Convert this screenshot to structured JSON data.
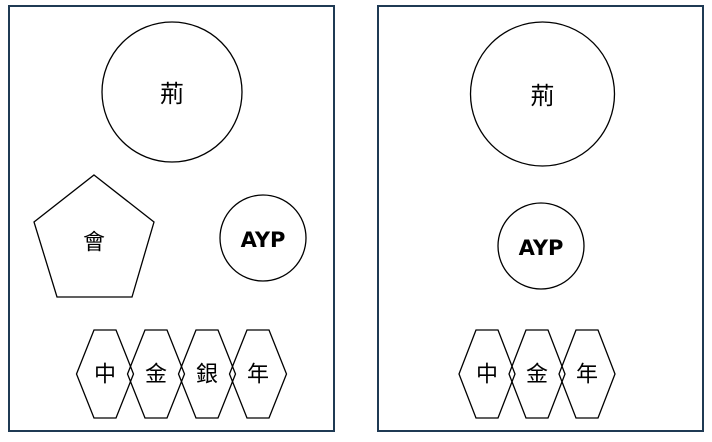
{
  "colors": {
    "panel_border": "#1f3a54",
    "shape_stroke": "#000000",
    "text": "#000000",
    "background": "#ffffff"
  },
  "panels": [
    {
      "name": "left",
      "big_circle_label": "荊",
      "pentagon_label": "會",
      "small_circle_label": "AYP",
      "hexagon_labels": [
        "中",
        "金",
        "銀",
        "年"
      ]
    },
    {
      "name": "right",
      "big_circle_label": "荊",
      "small_circle_label": "AYP",
      "hexagon_labels": [
        "中",
        "金",
        "年"
      ]
    }
  ]
}
